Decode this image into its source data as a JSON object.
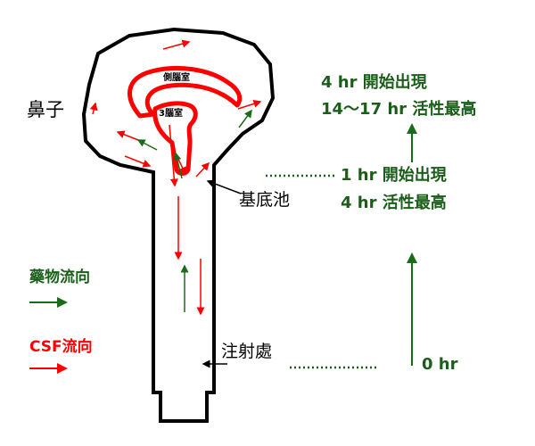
{
  "labels": {
    "nose": "鼻子",
    "lateral_ventricle": "側腦室",
    "third_ventricle": "3腦室",
    "basal_cistern": "基底池",
    "injection_site": "注射處",
    "drug_flow": "藥物流向",
    "csf_flow": "CSF流向"
  },
  "timeline": {
    "t0": "0 hr",
    "t1_line1": "1 hr 開始出現",
    "t1_line2": "4 hr 活性最高",
    "t2_line1": "4 hr 開始出現",
    "t2_line2": "14～17 hr 活性最高"
  },
  "colors": {
    "drug": "#1a6b1a",
    "csf": "#ff0000",
    "outline": "#000000",
    "ventricle": "#ff0000"
  }
}
